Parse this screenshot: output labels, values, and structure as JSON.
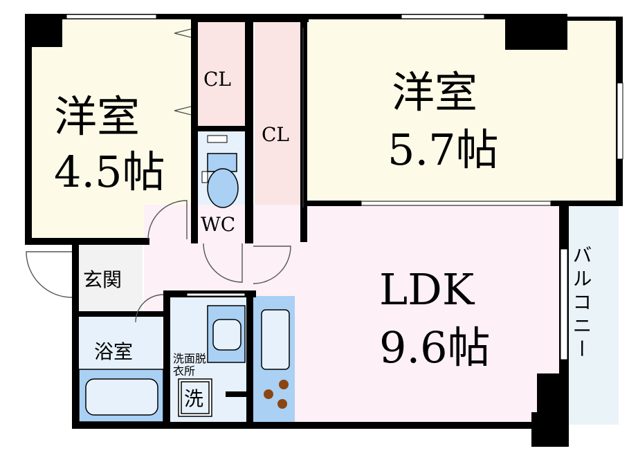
{
  "rooms": {
    "western_small": {
      "name": "洋室",
      "size": "4.5帖"
    },
    "western_large": {
      "name": "洋室",
      "size": "5.7帖"
    },
    "ldk": {
      "name": "LDK",
      "size": "9.6帖"
    },
    "closet_a": "CL",
    "closet_b": "CL",
    "toilet": "WC",
    "entrance": "玄関",
    "bathroom": "浴室",
    "washroom_line1": "洗面脱",
    "washroom_line2": "衣所",
    "washer": "洗",
    "balcony": "バルコニー"
  },
  "colors": {
    "room_fill": "#fdfbe8",
    "closet_fill": "#fbe4e4",
    "ldk_fill": "#fdf0f7",
    "water_fill": "#e6f1fb",
    "fixture_blue": "#aad0f4",
    "entrance_fill": "#f2f2f2",
    "balcony_fill": "#e9f3f8",
    "wall": "#000000",
    "stove": "#8b4513"
  }
}
